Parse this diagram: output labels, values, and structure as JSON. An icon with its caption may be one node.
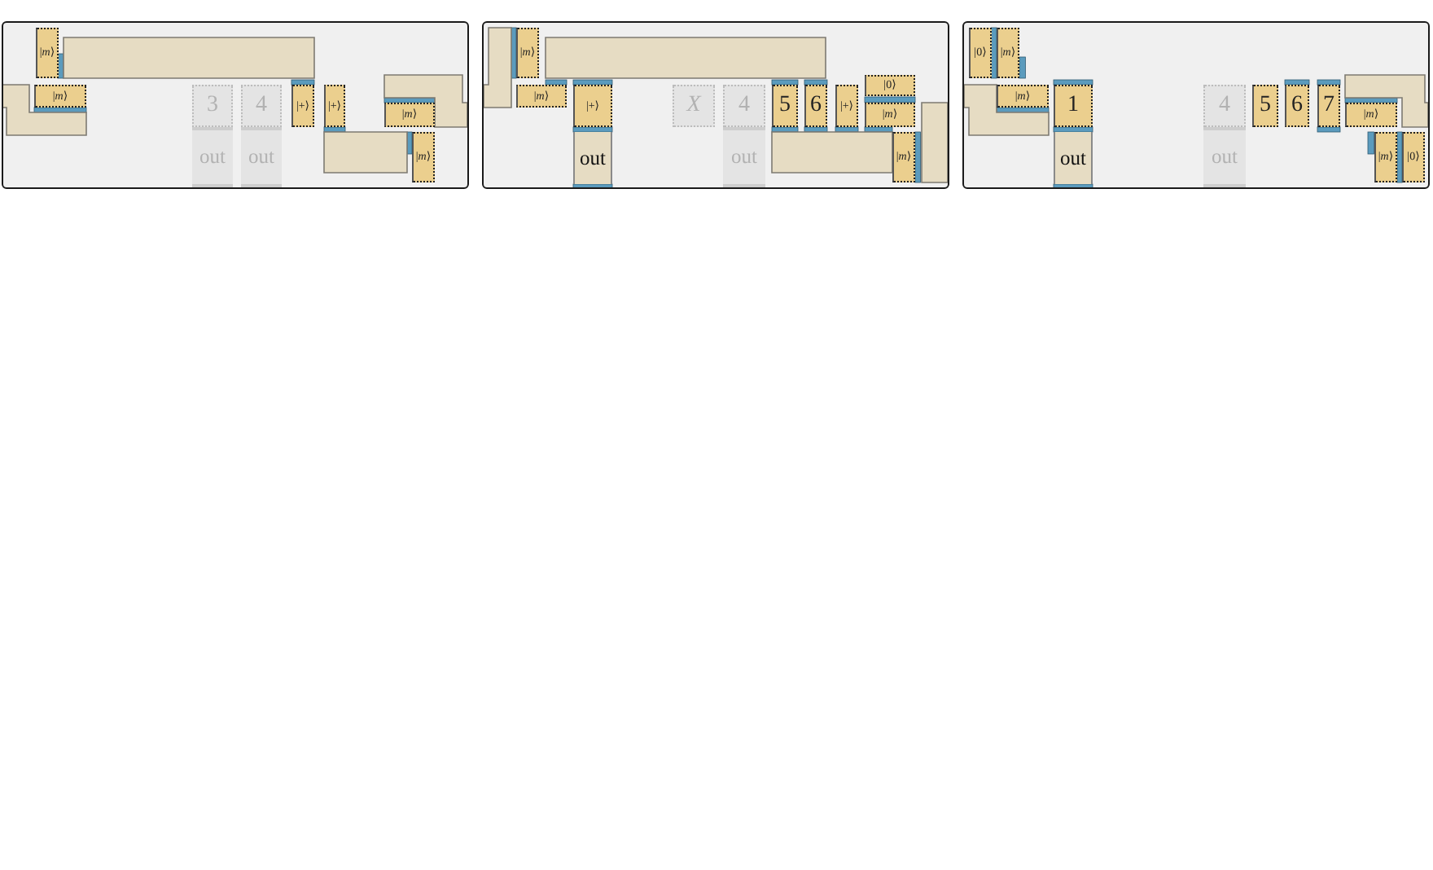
{
  "diagram": {
    "nodes": [
      {
        "text": [],
        "shape": "box"
      },
      {
        "text": [
          "|*m*⟩"
        ],
        "in": 0
      },
      {
        "text": [],
        "shape": "box",
        "in": 0
      },
      {
        "text": [],
        "shape": "box",
        "in": 0
      },
      {
        "text": [
          "|*m*⟩"
        ],
        "in": 0
      },
      {
        "text": [
          "3"
        ],
        "in": 0
      },
      {
        "text": [
          "4"
        ],
        "in": 0
      },
      {
        "text": [
          "|+⟩"
        ],
        "in": 0
      },
      {
        "text": [
          "|+⟩"
        ],
        "in": 0
      },
      {
        "text": [],
        "shape": "box",
        "in": 0
      },
      {
        "text": [
          "|*m*⟩"
        ],
        "in": 0
      },
      {
        "text": [
          "out"
        ],
        "in": 0
      },
      {
        "text": [
          "out"
        ],
        "in": 0
      },
      {
        "text": [],
        "shape": "box",
        "in": 0
      },
      {
        "text": [
          "|*m*⟩"
        ],
        "in": 0
      },
      {
        "text": [],
        "shape": "box"
      },
      {
        "text": [],
        "shape": "box",
        "in": 15
      },
      {
        "text": [
          "|*m*⟩"
        ],
        "in": 15
      },
      {
        "text": [],
        "shape": "box",
        "in": 15
      },
      {
        "text": [
          "|*m*⟩"
        ],
        "in": 15
      },
      {
        "text": [
          "|+⟩"
        ],
        "in": 15
      },
      {
        "text": [
          "X"
        ],
        "in": 15
      },
      {
        "text": [
          "4"
        ],
        "in": 15
      },
      {
        "text": [
          "5"
        ],
        "in": 15
      },
      {
        "text": [
          "6"
        ],
        "in": 15
      },
      {
        "text": [
          "|+⟩"
        ],
        "in": 15
      },
      {
        "text": [
          "|0⟩"
        ],
        "in": 15
      },
      {
        "text": [
          "|*m*⟩"
        ],
        "in": 15
      },
      {
        "text": [],
        "shape": "box",
        "in": 15
      },
      {
        "text": [
          "out"
        ],
        "in": 15
      },
      {
        "text": [
          "out"
        ],
        "in": 15
      },
      {
        "text": [],
        "shape": "box",
        "in": 15
      },
      {
        "text": [
          "|*m*⟩"
        ],
        "in": 15
      },
      {
        "text": [],
        "shape": "box"
      },
      {
        "text": [
          "|0⟩"
        ],
        "in": 33
      },
      {
        "text": [
          "|*m*⟩"
        ],
        "in": 33
      },
      {
        "text": [],
        "shape": "box",
        "in": 33
      },
      {
        "text": [
          "|*m*⟩"
        ],
        "in": 33
      },
      {
        "text": [
          "1"
        ],
        "in": 33
      },
      {
        "text": [
          "4"
        ],
        "in": 33
      },
      {
        "text": [
          "5"
        ],
        "in": 33
      },
      {
        "text": [
          "6"
        ],
        "in": 33
      },
      {
        "text": [
          "7"
        ],
        "in": 33
      },
      {
        "text": [],
        "shape": "box",
        "in": 33
      },
      {
        "text": [
          "|*m*⟩"
        ],
        "in": 33
      },
      {
        "text": [
          "out"
        ],
        "in": 33
      },
      {
        "text": [
          "out"
        ],
        "in": 33
      },
      {
        "text": [
          "|*m*⟩"
        ],
        "in": 33
      },
      {
        "text": [
          "|0⟩"
        ],
        "in": 33
      }
    ]
  }
}
